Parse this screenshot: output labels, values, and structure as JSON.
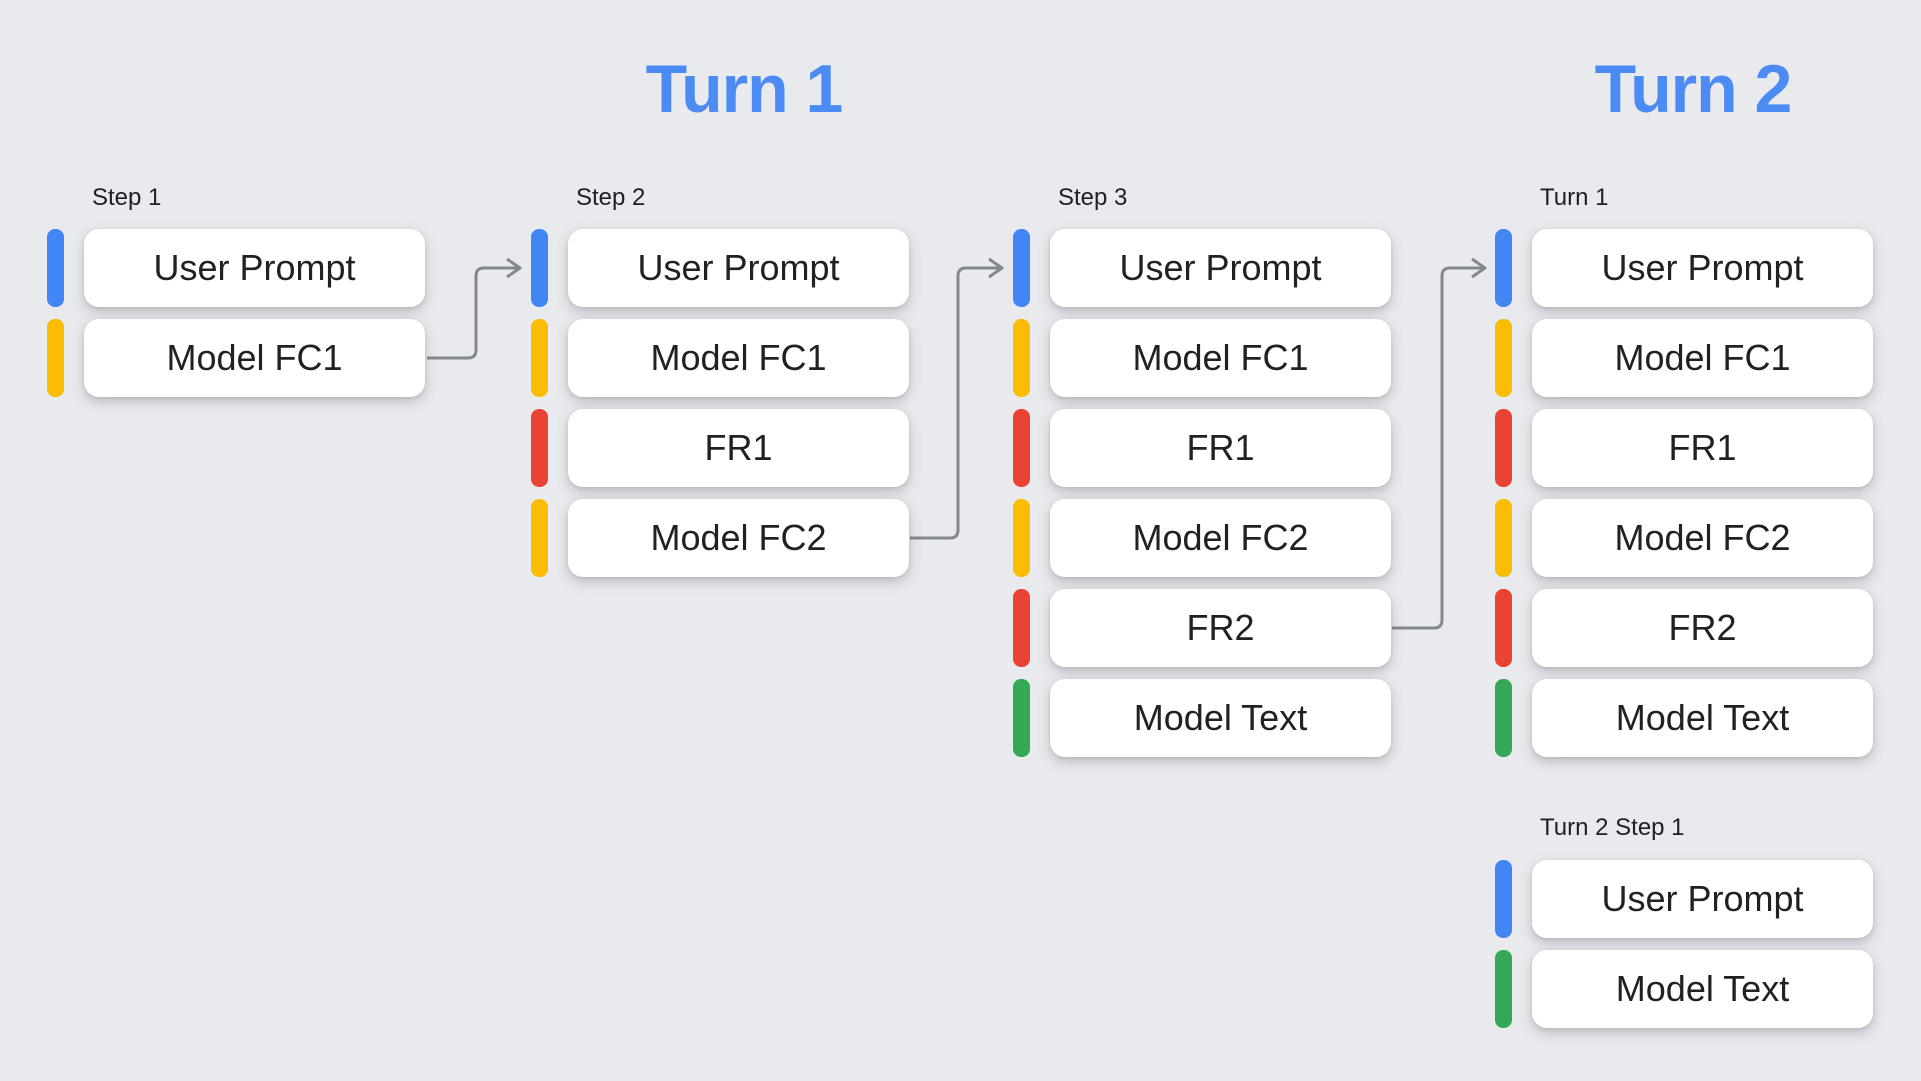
{
  "headers": {
    "turn1": "Turn 1",
    "turn2": "Turn 2"
  },
  "colors": {
    "header_text": "#4C8BF4",
    "user_prompt": "#4285F4",
    "model_function_call": "#FBBC04",
    "function_response": "#EA4335",
    "model_text": "#34A853"
  },
  "columns": [
    {
      "label": "Step 1",
      "rows": [
        {
          "type": "user_prompt",
          "label": "User Prompt"
        },
        {
          "type": "model_function_call",
          "label": "Model FC1"
        }
      ]
    },
    {
      "label": "Step 2",
      "rows": [
        {
          "type": "user_prompt",
          "label": "User Prompt"
        },
        {
          "type": "model_function_call",
          "label": "Model FC1"
        },
        {
          "type": "function_response",
          "label": "FR1"
        },
        {
          "type": "model_function_call",
          "label": "Model FC2"
        }
      ]
    },
    {
      "label": "Step 3",
      "rows": [
        {
          "type": "user_prompt",
          "label": "User Prompt"
        },
        {
          "type": "model_function_call",
          "label": "Model FC1"
        },
        {
          "type": "function_response",
          "label": "FR1"
        },
        {
          "type": "model_function_call",
          "label": "Model FC2"
        },
        {
          "type": "function_response",
          "label": "FR2"
        },
        {
          "type": "model_text",
          "label": "Model Text"
        }
      ]
    },
    {
      "label": "Turn 1",
      "rows": [
        {
          "type": "user_prompt",
          "label": "User Prompt"
        },
        {
          "type": "model_function_call",
          "label": "Model FC1"
        },
        {
          "type": "function_response",
          "label": "FR1"
        },
        {
          "type": "model_function_call",
          "label": "Model FC2"
        },
        {
          "type": "function_response",
          "label": "FR2"
        },
        {
          "type": "model_text",
          "label": "Model Text"
        }
      ]
    },
    {
      "label": "Turn 2 Step 1",
      "rows": [
        {
          "type": "user_prompt",
          "label": "User Prompt"
        },
        {
          "type": "model_text",
          "label": "Model Text"
        }
      ]
    }
  ]
}
